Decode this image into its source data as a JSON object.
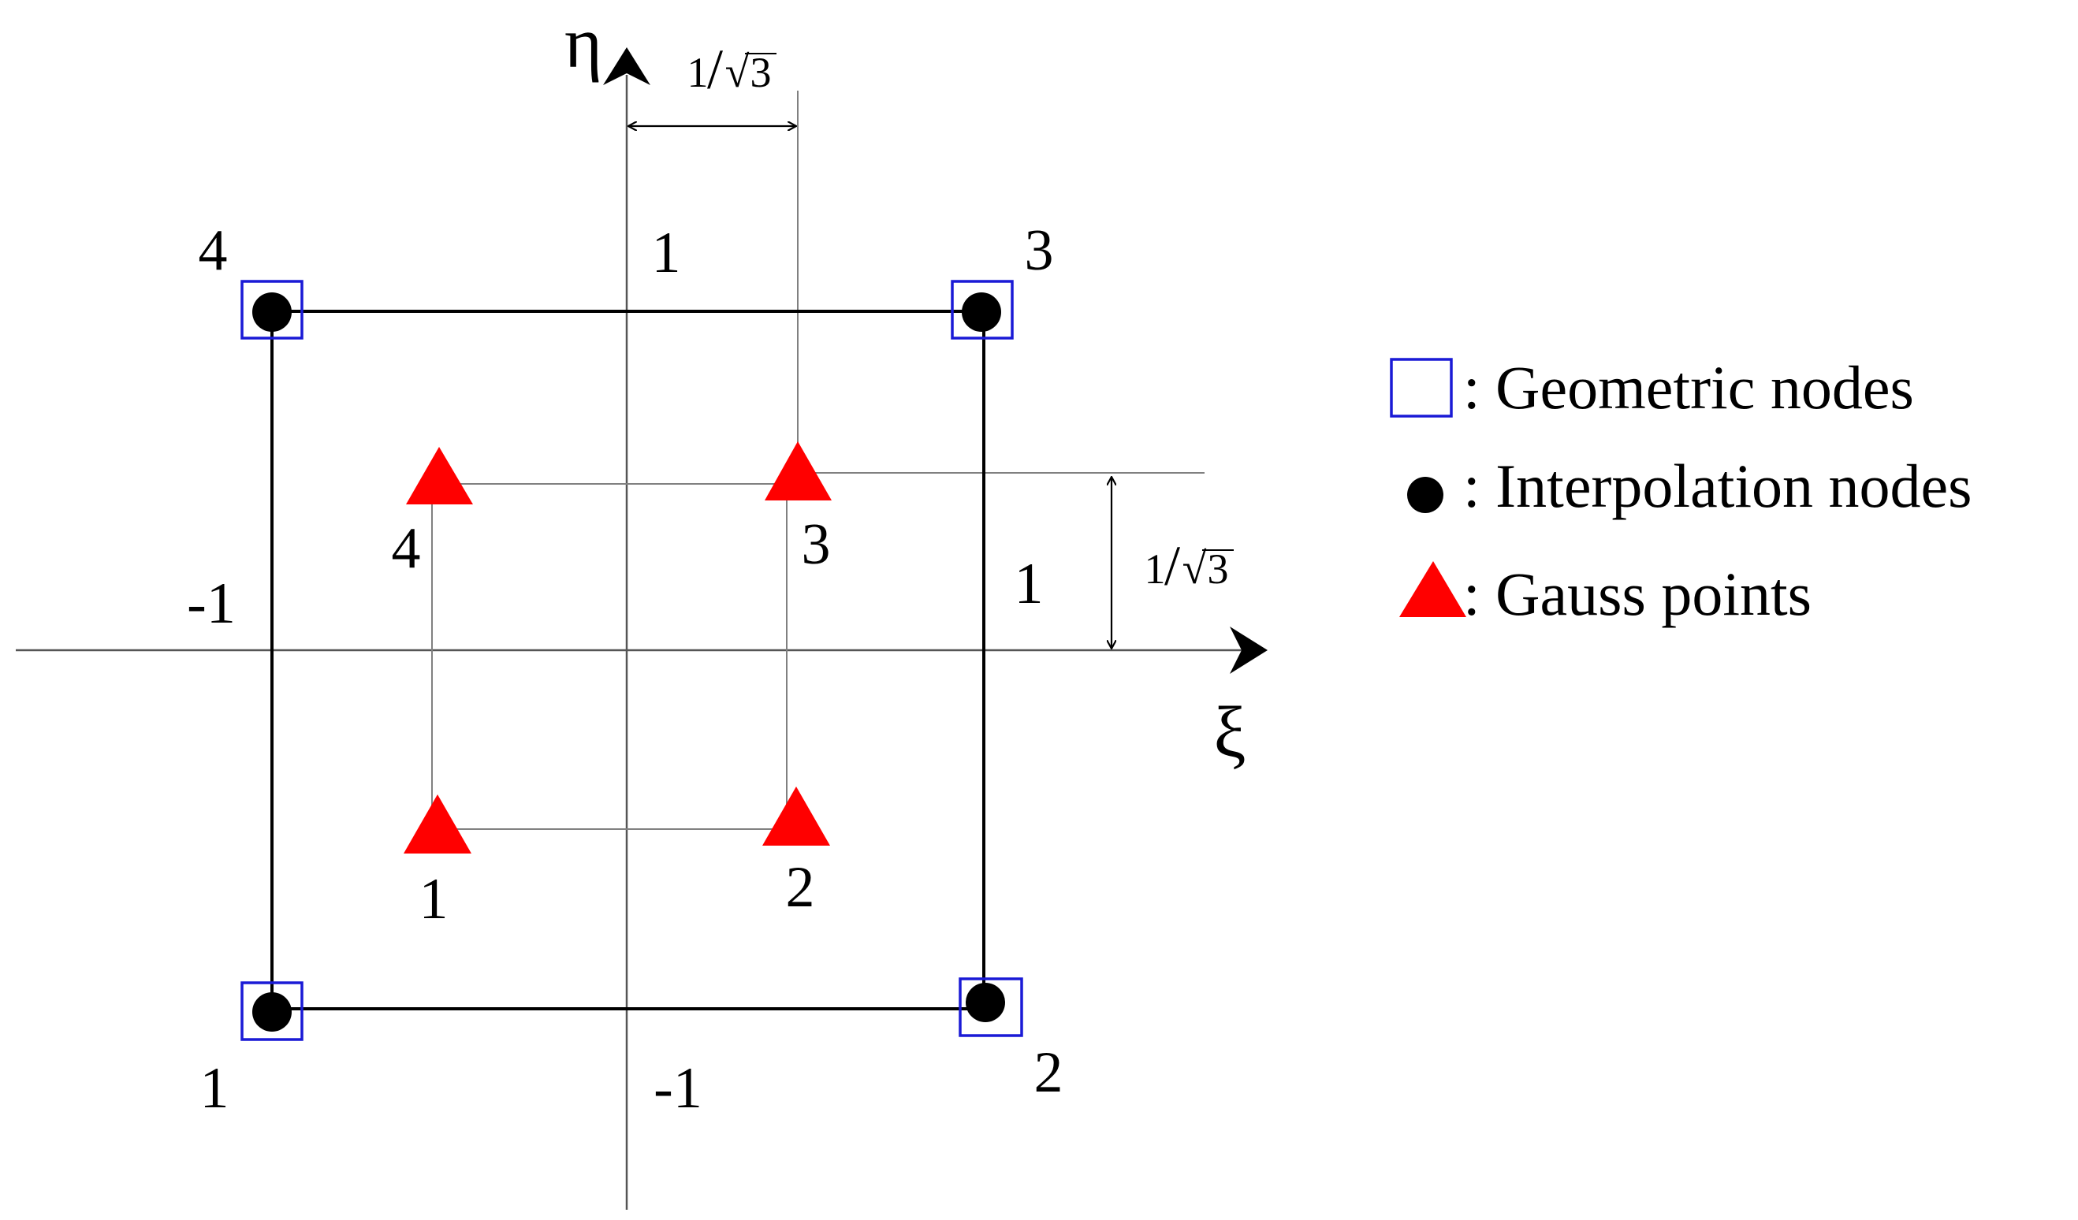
{
  "colors": {
    "geometric_node": "#1a1ad6",
    "interpolation_node": "#000000",
    "gauss_point": "#ff0000",
    "element_edge": "#000000",
    "guide_line": "#808080"
  },
  "axes": {
    "xi_label": "ξ",
    "eta_label": "η"
  },
  "element": {
    "node_labels": [
      "1",
      "2",
      "3",
      "4"
    ],
    "edge_labels": {
      "top": "1",
      "bottom": "-1",
      "left": "-1",
      "right": "1"
    }
  },
  "gauss": {
    "point_labels": [
      "1",
      "2",
      "3",
      "4"
    ]
  },
  "dimensions": {
    "horizontal": {
      "numerator": "1",
      "slash": "/",
      "radical": "√",
      "radicand": "3"
    },
    "vertical": {
      "numerator": "1",
      "slash": "/",
      "radical": "√",
      "radicand": "3"
    }
  },
  "legend": {
    "items": [
      {
        "symbol": "square-icon",
        "label": ": Geometric nodes"
      },
      {
        "symbol": "dot-icon",
        "label": ": Interpolation nodes"
      },
      {
        "symbol": "triangle-icon",
        "label": ": Gauss points"
      }
    ]
  }
}
